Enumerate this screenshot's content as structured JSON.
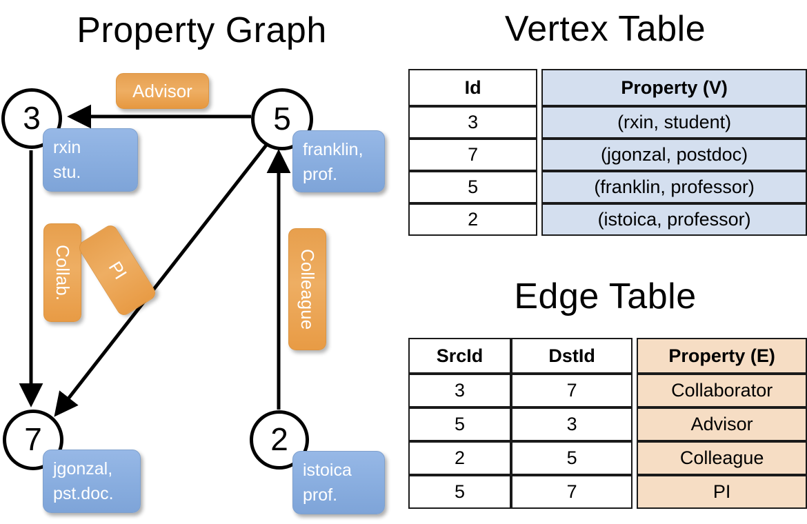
{
  "titles": {
    "property_graph": "Property Graph",
    "vertex_table": "Vertex Table",
    "edge_table": "Edge Table"
  },
  "colors": {
    "vertex_property_fill": "#d4dfef",
    "edge_property_fill": "#f6ddc4",
    "node_box_blue": "#8cb0e1",
    "edge_label_orange": "#eeae63",
    "stroke": "#000000"
  },
  "graph": {
    "vertices": [
      {
        "id": "3",
        "label": "rxin\nstu.",
        "box_name": "rxin"
      },
      {
        "id": "5",
        "label": "franklin,\nprof.",
        "box_name": "franklin"
      },
      {
        "id": "7",
        "label": "jgonzal,\npst.doc.",
        "box_name": "jgonzal"
      },
      {
        "id": "2",
        "label": "istoica\nprof.",
        "box_name": "istoica"
      }
    ],
    "edge_labels": [
      {
        "name": "advisor",
        "text": "Advisor",
        "orientation": "horizontal"
      },
      {
        "name": "collab",
        "text": "Collab.",
        "orientation": "vertical"
      },
      {
        "name": "pi",
        "text": "PI",
        "orientation": "rotated"
      },
      {
        "name": "colleague",
        "text": "Colleague",
        "orientation": "vertical"
      }
    ]
  },
  "vertex_table": {
    "headers": [
      "Id",
      "Property (V)"
    ],
    "rows": [
      {
        "id": "3",
        "property": "(rxin, student)"
      },
      {
        "id": "7",
        "property": "(jgonzal, postdoc)"
      },
      {
        "id": "5",
        "property": "(franklin, professor)"
      },
      {
        "id": "2",
        "property": "(istoica, professor)"
      }
    ]
  },
  "edge_table": {
    "headers": [
      "SrcId",
      "DstId",
      "Property (E)"
    ],
    "rows": [
      {
        "src": "3",
        "dst": "7",
        "property": "Collaborator"
      },
      {
        "src": "5",
        "dst": "3",
        "property": "Advisor"
      },
      {
        "src": "2",
        "dst": "5",
        "property": "Colleague"
      },
      {
        "src": "5",
        "dst": "7",
        "property": "PI"
      }
    ]
  }
}
